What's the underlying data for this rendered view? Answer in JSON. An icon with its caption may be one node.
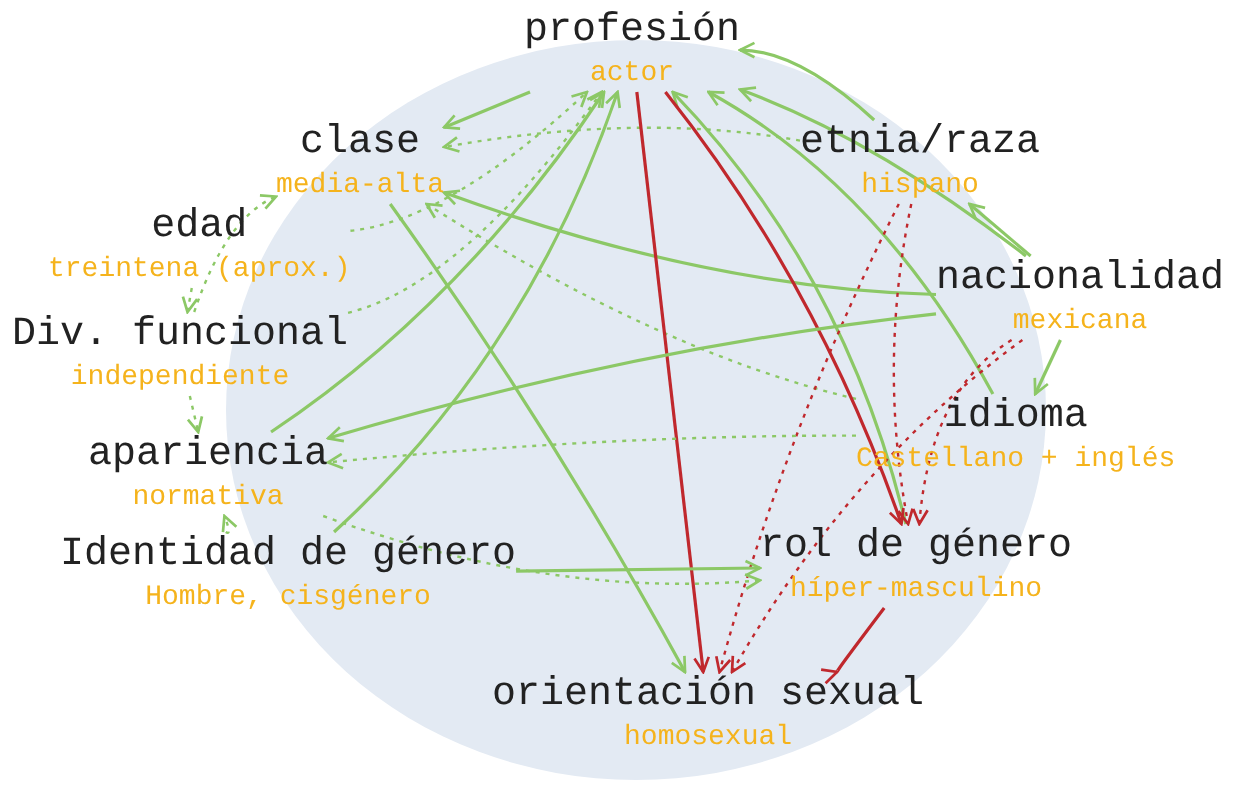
{
  "diagram": {
    "nodes": [
      {
        "text": [
          "profesión",
          "actor"
        ]
      },
      {
        "text": [
          "clase",
          "media-alta"
        ]
      },
      {
        "text": [
          "etnia/raza",
          "hispano"
        ]
      },
      {
        "text": [
          "edad",
          "treintena (aprox.)"
        ]
      },
      {
        "text": [
          "nacionalidad",
          "mexicana"
        ]
      },
      {
        "text": [
          "Div. funcional",
          "independiente"
        ]
      },
      {
        "text": [
          "idioma",
          "Castellano + inglés"
        ]
      },
      {
        "text": [
          "apariencia",
          "normativa"
        ]
      },
      {
        "text": [
          "Identidad de género",
          "Hombre, cisgénero"
        ]
      },
      {
        "text": [
          "rol de género",
          "híper-masculino"
        ]
      },
      {
        "text": [
          "orientación sexual",
          "homosexual"
        ]
      }
    ],
    "edges": [
      {
        "from": 0,
        "to": 1,
        "arrow": "to"
      },
      {
        "from": 2,
        "to": 1,
        "arrow": "to",
        "style": "dashed"
      },
      {
        "from": 4,
        "to": 1,
        "arrow": "to"
      },
      {
        "from": 6,
        "to": 1,
        "arrow": "to",
        "style": "dashed"
      },
      {
        "from": 3,
        "to": 0,
        "arrow": "to",
        "style": "dashed"
      },
      {
        "from": 5,
        "to": 0,
        "arrow": "to",
        "style": "dashed"
      },
      {
        "from": 7,
        "to": 0,
        "arrow": "to"
      },
      {
        "from": 8,
        "to": 0,
        "arrow": "to"
      },
      {
        "from": 9,
        "to": 0,
        "arrow": "to"
      },
      {
        "from": 4,
        "to": 0,
        "arrow": "to"
      },
      {
        "from": 2,
        "to": 0,
        "arrow": "to"
      },
      {
        "from": 6,
        "to": 0,
        "arrow": "to"
      },
      {
        "from": 0,
        "to": 10,
        "arrow": "to",
        "color": "#c0282d"
      },
      {
        "from": 0,
        "to": 9,
        "arrow": "to",
        "color": "#c0282d"
      },
      {
        "from": 2,
        "to": 10,
        "arrow": "to",
        "style": "dashed",
        "color": "#c0282d"
      },
      {
        "from": 2,
        "to": 9,
        "arrow": "to",
        "style": "dashed",
        "color": "#c0282d"
      },
      {
        "from": 4,
        "to": 9,
        "arrow": "to",
        "style": "dashed",
        "color": "#c0282d"
      },
      {
        "from": 4,
        "to": 10,
        "arrow": "to",
        "style": "dashed",
        "color": "#c0282d"
      },
      {
        "from": 9,
        "to": 10,
        "arrow": "to",
        "color": "#c0282d"
      },
      {
        "from": 1,
        "to": 10,
        "arrow": "to"
      },
      {
        "from": 4,
        "to": 2,
        "arrow": "to"
      },
      {
        "from": 4,
        "to": 6,
        "arrow": "to"
      },
      {
        "from": 3,
        "to": 5,
        "arrow": "to",
        "style": "dashed"
      },
      {
        "from": 5,
        "to": 7,
        "arrow": "to",
        "style": "dashed"
      },
      {
        "from": 5,
        "to": 1,
        "arrow": "to",
        "style": "dashed"
      },
      {
        "from": 4,
        "to": 7,
        "arrow": "to"
      },
      {
        "from": 6,
        "to": 7,
        "arrow": "to",
        "style": "dashed"
      },
      {
        "from": 8,
        "to": 7,
        "arrow": "to",
        "style": "dashed"
      },
      {
        "from": 8,
        "to": 9,
        "arrow": "to"
      },
      {
        "from": 7,
        "to": 9,
        "arrow": "to",
        "style": "dashed"
      }
    ]
  }
}
